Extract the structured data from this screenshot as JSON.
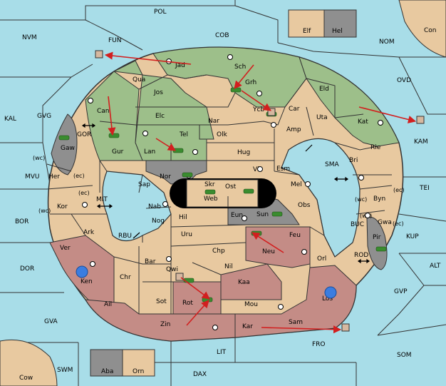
{
  "map": {
    "title": "",
    "colors": {
      "sea": "#a8dde8",
      "tan": "#e8c9a0",
      "green": "#9dbf8a",
      "red": "#c48c86",
      "gray": "#8f8f8f",
      "black": "#000000",
      "border": "#333333",
      "arrow": "#d21f1f"
    },
    "sea_labels": [
      "POL",
      "NVM",
      "FUN",
      "COB",
      "NOM",
      "OVD",
      "KAL",
      "GVG",
      "GOR",
      "KAM",
      "MVU",
      "MIT",
      "SMA",
      "TEI",
      "BOR",
      "RBU",
      "BUC",
      "KUP",
      "DOR",
      "ROD",
      "ALT",
      "GVP",
      "GVA",
      "FRO",
      "SOM",
      "LIT",
      "SWM",
      "DAX"
    ],
    "island_labels": [
      "Elf",
      "Hel",
      "Con",
      "Cow",
      "Aba",
      "Orn"
    ],
    "land_labels": [
      "Jad",
      "Qua",
      "Sch",
      "Grh",
      "Jos",
      "Eld",
      "Can",
      "Ycb",
      "Car",
      "Uta",
      "Elc",
      "Nar",
      "Amp",
      "Kat",
      "Tel",
      "Olk",
      "Gur",
      "Lan",
      "Hug",
      "Rie",
      "Bri",
      "Gaw",
      "Nor",
      "Vil",
      "Esm",
      "Her",
      "Skr",
      "Ost",
      "Mel",
      "Sap",
      "Byn",
      "Kor",
      "Web",
      "Nab",
      "Eun",
      "Sun",
      "Obs",
      "Gwa",
      "Hil",
      "Ark",
      "Nog",
      "Uru",
      "Feu",
      "Pir",
      "Chp",
      "Neu",
      "Ver",
      "Bar",
      "Qwi",
      "Orl",
      "Nil",
      "Ken",
      "Chr",
      "Kaa",
      "Ail",
      "Sot",
      "Rot",
      "Mou",
      "Los",
      "Zin",
      "Kar",
      "Sam"
    ],
    "markers": [
      "(wc)",
      "(ec)",
      "(ec)",
      "(wc)",
      "(wc)",
      "(ec)",
      "(wc)",
      "(ec)"
    ]
  }
}
